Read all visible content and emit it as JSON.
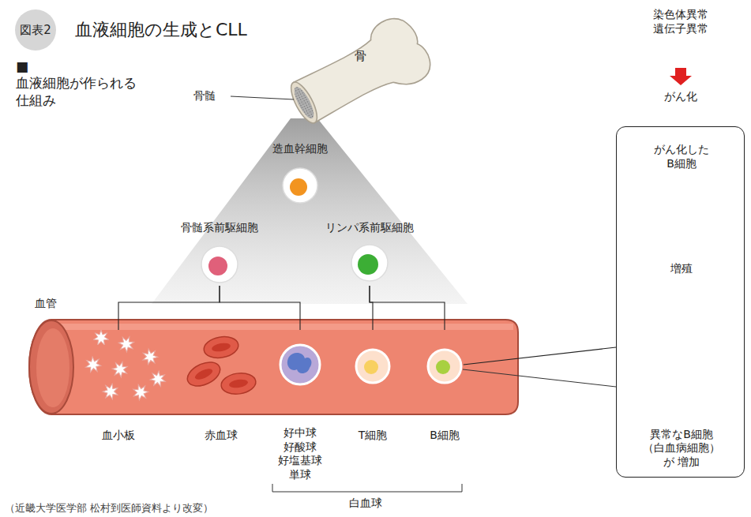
{
  "diagram": {
    "title": "血液細胞の生成とCLL",
    "caption": "（近畿大学医学部 松村到医師資料より改変）",
    "nodes": [
      {
        "text": [
          "図表2"
        ]
      },
      {
        "text": [
          "造血幹細胞"
        ]
      },
      {
        "text": [
          "骨髄系前駆細胞"
        ]
      },
      {
        "text": [
          "リンパ系前駆細胞"
        ]
      },
      {
        "text": [
          "血小板"
        ]
      },
      {
        "text": [
          "赤血球"
        ]
      },
      {
        "text": [
          "好中球 好酸球 好塩基球 単球"
        ]
      },
      {
        "text": [
          "T細胞"
        ]
      },
      {
        "text": [
          "B細胞"
        ]
      },
      {
        "text": []
      },
      {
        "text": [
          "がん化した B細胞"
        ],
        "in": 9
      },
      {
        "text": [
          "異常なB細胞 （白血病細胞）が 増加"
        ],
        "in": 9
      }
    ],
    "edges": [
      {
        "from": 2,
        "to": 4,
        "arrow": "none"
      },
      {
        "from": 2,
        "to": 6,
        "arrow": "none"
      },
      {
        "from": 3,
        "to": 7,
        "arrow": "none"
      },
      {
        "from": 3,
        "to": 8,
        "arrow": "none"
      },
      {
        "from": 8,
        "to": 9,
        "arrow": "none"
      },
      {
        "from": 10,
        "to": 11,
        "label": "増殖",
        "arrow": "to"
      }
    ],
    "labels": [
      "■血液細胞が作られる 仕組み",
      "骨",
      "骨髄",
      "染色体異常 遺伝子異常",
      "がん化",
      "血管",
      "白血球"
    ]
  }
}
